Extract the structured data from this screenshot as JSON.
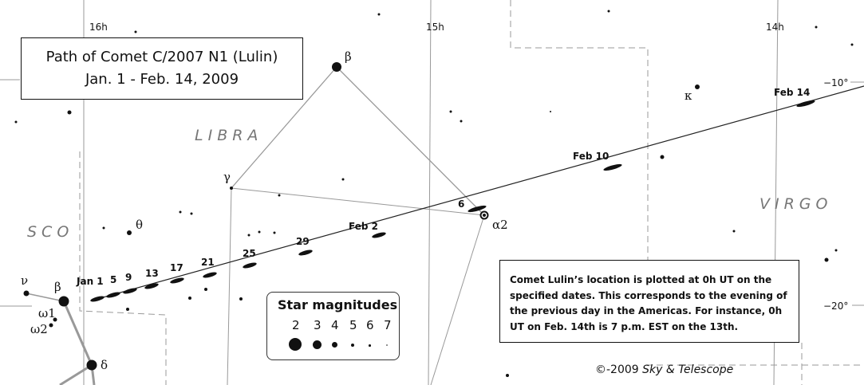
{
  "title": {
    "line1": "Path of Comet C/2007 N1 (Lulin)",
    "line2": "Jan. 1 - Feb. 14, 2009"
  },
  "ra_labels": [
    "16h",
    "15h",
    "14h"
  ],
  "dec_labels": [
    "−10°",
    "−20°"
  ],
  "constellations": [
    "LIBRA",
    "VIRGO",
    "SCO"
  ],
  "stars": {
    "lib_beta": "β",
    "lib_gamma": "γ",
    "lib_alpha2": "α2",
    "lib_theta": "θ",
    "vir_kappa": "κ",
    "sco_nu": "ν",
    "sco_beta": "β",
    "sco_omega1": "ω1",
    "sco_omega2": "ω2",
    "sco_delta": "δ"
  },
  "comet_dates": [
    "Jan 1",
    "5",
    "9",
    "13",
    "17",
    "21",
    "25",
    "29",
    "Feb 2",
    "6",
    "Feb 10",
    "Feb 14"
  ],
  "legend": {
    "title": "Star magnitudes",
    "magnitudes": [
      "2",
      "3",
      "4",
      "5",
      "6",
      "7"
    ]
  },
  "note": "Comet Lulin’s location is plotted at 0h UT on the specified dates. This corresponds to the evening of the previous day in the Americas. For instance, 0h UT on Feb. 14th is 7 p.m. EST on the 13th.",
  "copyright": {
    "year": "©-2009",
    "publisher": "Sky & Telescope"
  }
}
